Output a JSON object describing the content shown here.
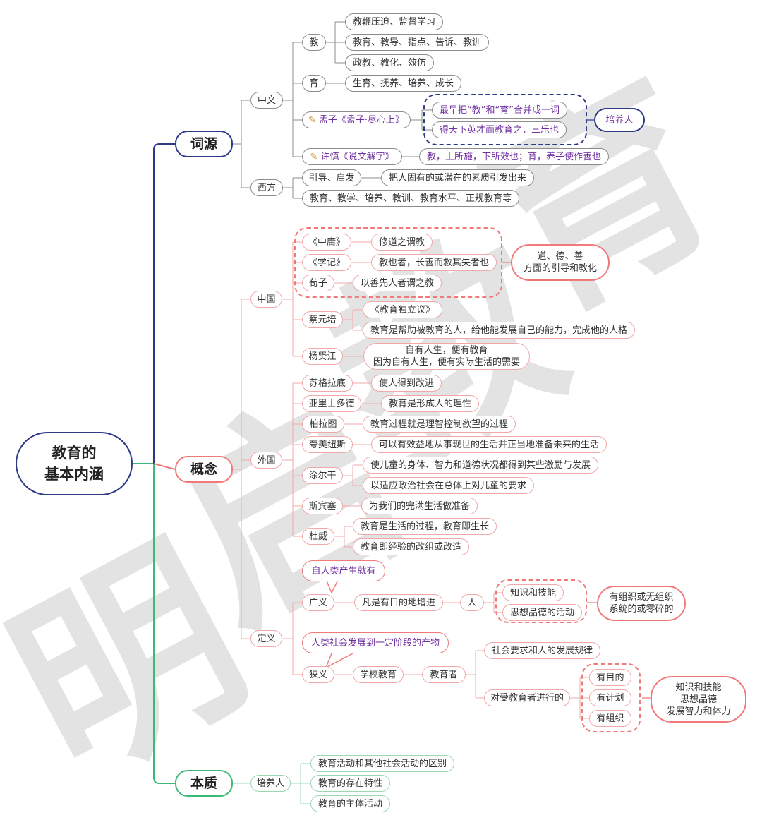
{
  "root": "教育的\n基本内涵",
  "watermark": [
    "明",
    "启",
    "教",
    "育"
  ],
  "branches": {
    "ciyuan": {
      "label": "词源",
      "zhongwen": {
        "label": "中文",
        "jiao": {
          "label": "教",
          "items": [
            "教鞭压迫、监督学习",
            "教育、教导、指点、告诉、教训",
            "政教、教化、效仿"
          ]
        },
        "yu": {
          "label": "育",
          "items": [
            "生育、抚养、培养、成长"
          ]
        },
        "mengzi": {
          "label": "孟子《孟子·尽心上》",
          "items": [
            "最早把“教”和“育”合并成一词",
            "得天下英才而教育之，三乐也"
          ],
          "summary": "培养人"
        },
        "xushen": {
          "label": "许慎《说文解字》",
          "item": "教，上所施，下所效也；育，养子使作善也"
        }
      },
      "xifang": {
        "label": "西方",
        "yindao": "引导、启发",
        "yindao_desc": "把人固有的或潜在的素质引发出来",
        "terms": "教育、教学、培养、教训、教育水平、正规教育等"
      }
    },
    "gainian": {
      "label": "概念",
      "zhongguo": {
        "label": "中国",
        "classics": [
          {
            "name": "《中庸》",
            "text": "修道之谓教"
          },
          {
            "name": "《学记》",
            "text": "教也者，长善而救其失者也"
          },
          {
            "name": "荀子",
            "text": "以善先人者谓之教"
          }
        ],
        "classics_summary": "道、德、善\n方面的引导和教化",
        "caiyuanpei": {
          "label": "蔡元培",
          "items": [
            "《教育独立议》",
            "教育是帮助被教育的人，给他能发展自己的能力，完成他的人格"
          ]
        },
        "yangxianjiang": {
          "label": "杨贤江",
          "text": "自有人生，便有教育\n因为自有人生，便有实际生活的需要"
        }
      },
      "waiguo": {
        "label": "外国",
        "people": [
          {
            "name": "苏格拉底",
            "items": [
              "使人得到改进"
            ]
          },
          {
            "name": "亚里士多德",
            "items": [
              "教育是形成人的理性"
            ]
          },
          {
            "name": "柏拉图",
            "items": [
              "教育过程就是理智控制欲望的过程"
            ]
          },
          {
            "name": "夸美纽斯",
            "items": [
              "可以有效益地从事现世的生活并正当地准备未来的生活"
            ]
          },
          {
            "name": "涂尔干",
            "items": [
              "使儿童的身体、智力和道德状况都得到某些激励与发展",
              "以适应政治社会在总体上对儿童的要求"
            ]
          },
          {
            "name": "斯宾塞",
            "items": [
              "为我们的完满生活做准备"
            ]
          },
          {
            "name": "杜威",
            "items": [
              "教育是生活的过程，教育即生长",
              "教育即经验的改组或改造"
            ]
          }
        ]
      },
      "dingyi": {
        "label": "定义",
        "guangyi": {
          "label": "广义",
          "callout": "自人类产生就有",
          "text": "凡是有目的地增进",
          "ren": "人",
          "items": [
            "知识和技能",
            "思想品德的活动"
          ],
          "summary": "有组织或无组织\n系统的或零碎的"
        },
        "xiayi": {
          "label": "狭义",
          "callout": "人类社会发展到一定阶段的产物",
          "school": "学校教育",
          "educator": "教育者",
          "law": "社会要求和人的发展规律",
          "target": "对受教育者进行的",
          "items": [
            "有目的",
            "有计划",
            "有组织"
          ],
          "summary": "知识和技能\n思想品德\n发展智力和体力"
        }
      }
    },
    "benzhi": {
      "label": "本质",
      "node": "培养人",
      "items": [
        "教育活动和其他社会活动的区别",
        "教育的存在特性",
        "教育的主体活动"
      ]
    }
  },
  "colors": {
    "ciyuan": "#2e3a87",
    "gainian": "#f07a7a",
    "benzhi": "#3cb878",
    "root": "#2e3a87"
  }
}
